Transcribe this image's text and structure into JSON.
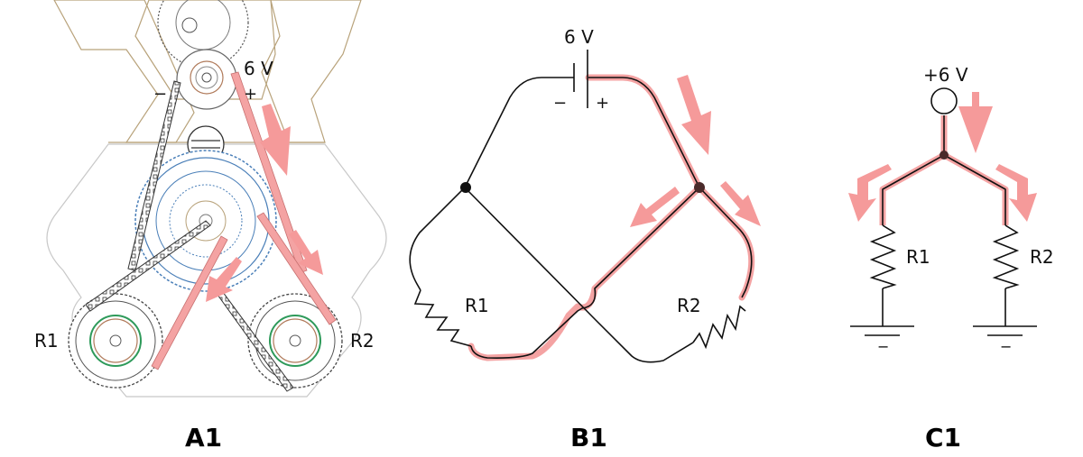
{
  "colors": {
    "wire": "#111111",
    "current_highlight": "#f4a3a3",
    "current_arrow": "#f59a9a",
    "plate_outline": "#b8a27a",
    "plate_outline_light": "#c8c8c8",
    "blue_gear": "#4a7fb8",
    "green_ring": "#2e9a5a",
    "copper_ring": "#b07a5a"
  },
  "panels": [
    {
      "id": "A1",
      "label": "A1",
      "description": "Mechanical (gear/chain) model of parallel circuit",
      "battery_label": "6 V",
      "minus": "−",
      "plus": "+",
      "resistors": [
        "R1",
        "R2"
      ]
    },
    {
      "id": "B1",
      "label": "B1",
      "description": "Schematic with battery and crossing wires",
      "battery_label": "6 V",
      "minus": "−",
      "plus": "+",
      "resistors": [
        "R1",
        "R2"
      ]
    },
    {
      "id": "C1",
      "label": "C1",
      "description": "Simplified schematic with voltage source and grounds",
      "source_label": "+6 V",
      "resistors": [
        "R1",
        "R2"
      ],
      "ground_symbol": "−"
    }
  ]
}
